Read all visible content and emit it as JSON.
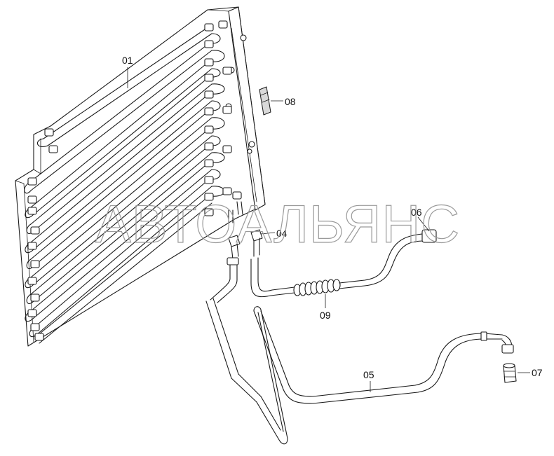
{
  "watermark": "АВТОАЛЬЯНС",
  "callouts": {
    "p01": "01",
    "p04": "04",
    "p05": "05",
    "p06": "06",
    "p07": "07",
    "p08": "08",
    "p09": "09"
  },
  "colors": {
    "line": "#1a1a1a",
    "watermark": "#9a9a9a",
    "background": "#ffffff"
  }
}
